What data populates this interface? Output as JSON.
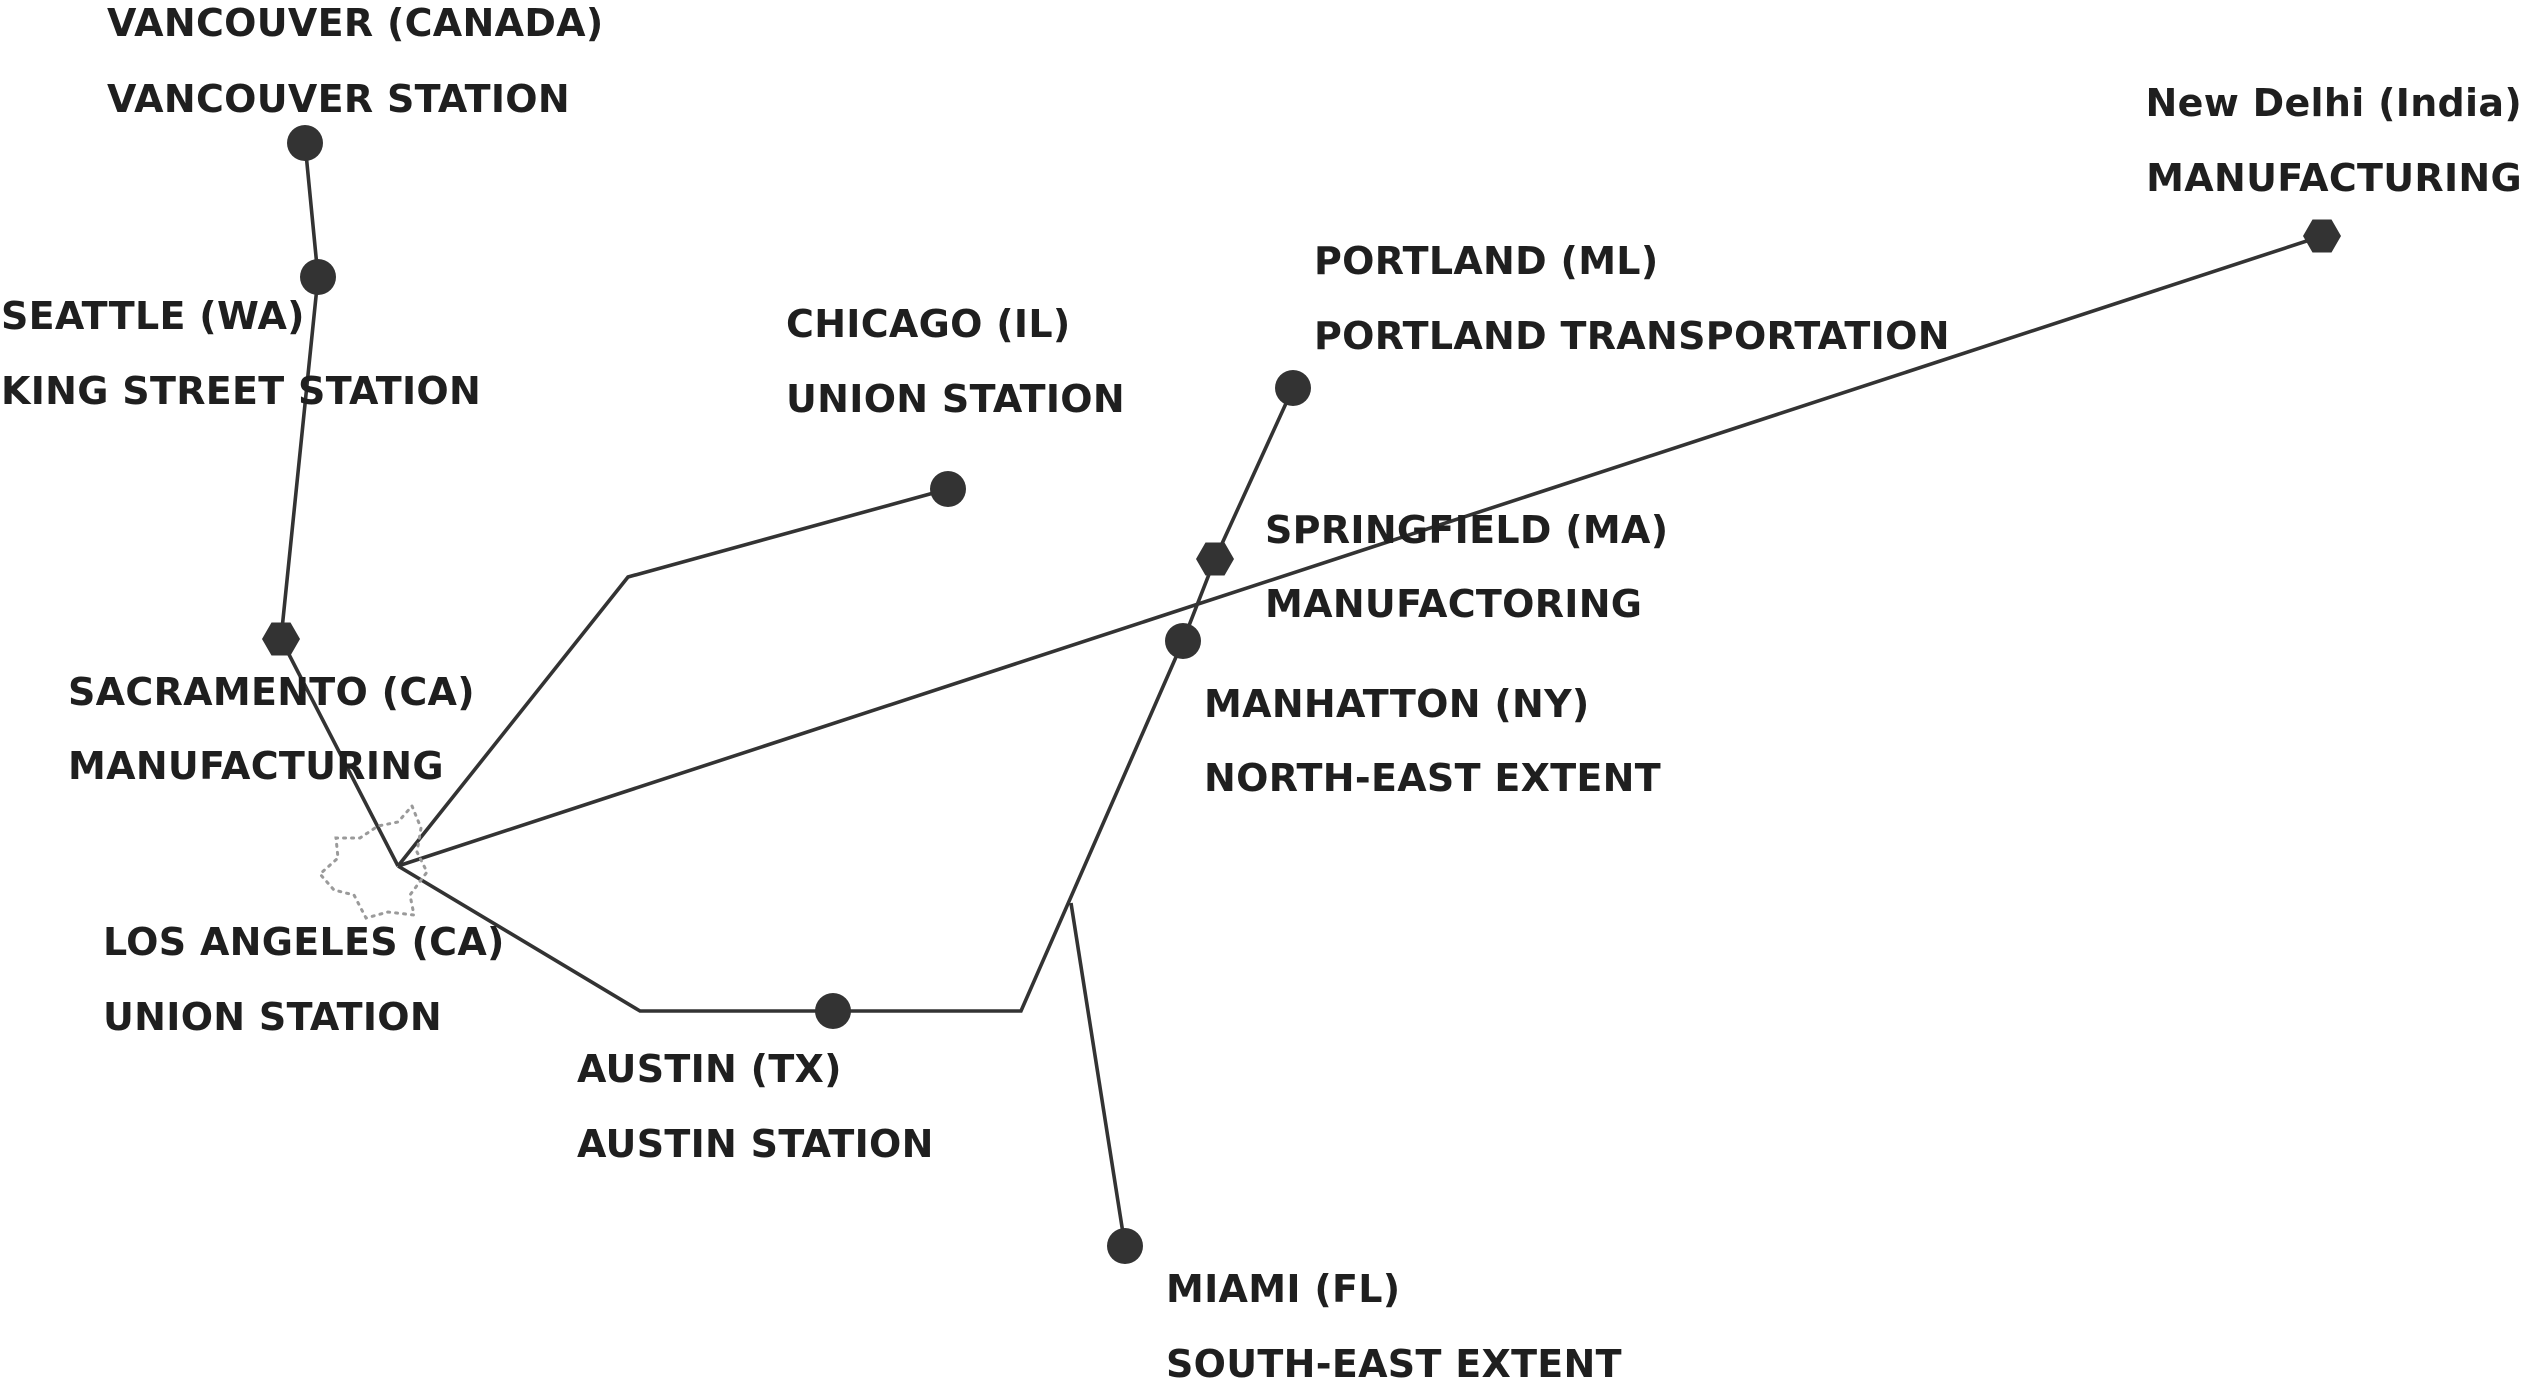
{
  "diagram": {
    "stations": [
      {
        "id": "vancouver",
        "name": "VANCOUVER (CANADA)",
        "detail": "VANCOUVER STATION",
        "marker": "circle"
      },
      {
        "id": "seattle",
        "name": "SEATTLE (WA)",
        "detail": "KING STREET STATION",
        "marker": "circle"
      },
      {
        "id": "sacramento",
        "name": "SACRAMENTO (CA)",
        "detail": "MANUFACTURING",
        "marker": "hexagon"
      },
      {
        "id": "los-angeles",
        "name": "LOS ANGELES (CA)",
        "detail": "UNION STATION",
        "marker": "hub"
      },
      {
        "id": "chicago",
        "name": "CHICAGO (IL)",
        "detail": "UNION STATION",
        "marker": "circle"
      },
      {
        "id": "austin",
        "name": "AUSTIN (TX)",
        "detail": "AUSTIN STATION",
        "marker": "circle"
      },
      {
        "id": "portland",
        "name": "PORTLAND (ML)",
        "detail": "PORTLAND TRANSPORTATION",
        "marker": "circle"
      },
      {
        "id": "springfield",
        "name": "SPRINGFIELD (MA)",
        "detail": "MANUFACTORING",
        "marker": "hexagon"
      },
      {
        "id": "manhattan",
        "name": "MANHATTON (NY)",
        "detail": "NORTH-EAST EXTENT",
        "marker": "circle"
      },
      {
        "id": "miami",
        "name": "MIAMI (FL)",
        "detail": "SOUTH-EAST EXTENT",
        "marker": "circle"
      },
      {
        "id": "new-delhi",
        "name": "New Delhi (India)",
        "detail": "MANUFACTURING",
        "marker": "hexagon"
      }
    ],
    "colors": {
      "line": "#333333",
      "marker": "#333333",
      "text": "#1f1f1f",
      "hub_outline": "#9a9a9a"
    }
  }
}
